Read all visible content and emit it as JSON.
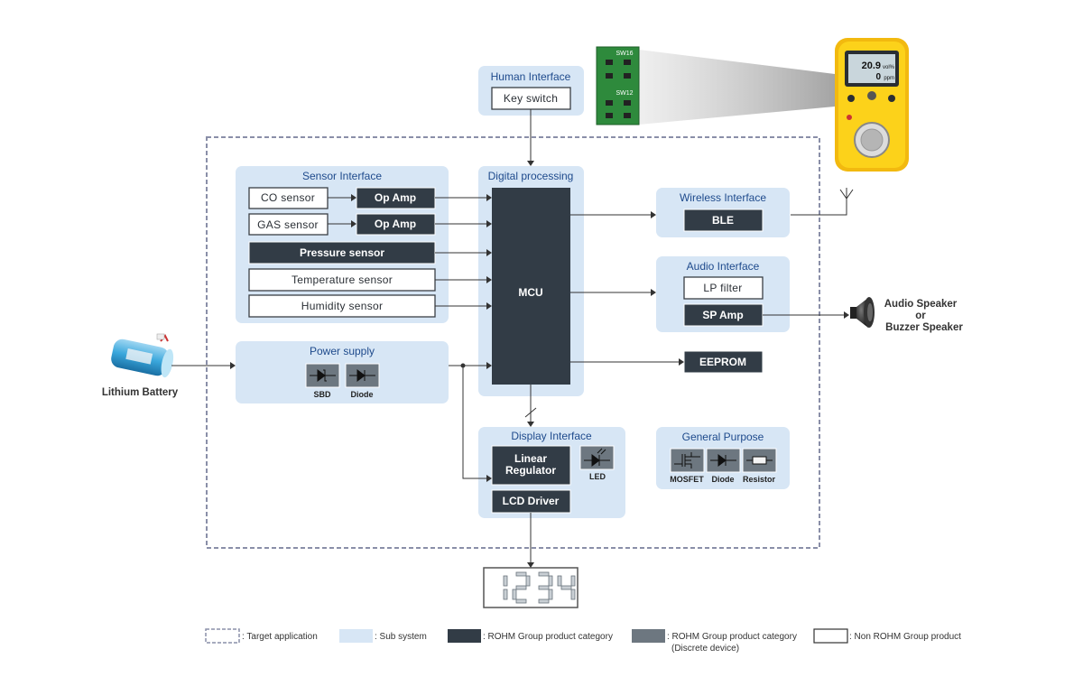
{
  "human_interface": {
    "title": "Human Interface",
    "key_switch": "Key switch",
    "pcb_labels": [
      "SW16",
      "SW12"
    ]
  },
  "sensor_interface": {
    "title": "Sensor Interface",
    "co_sensor": "CO sensor",
    "gas_sensor": "GAS sensor",
    "op_amp_1": "Op Amp",
    "op_amp_2": "Op Amp",
    "pressure": "Pressure sensor",
    "temperature": "Temperature sensor",
    "humidity": "Humidity sensor"
  },
  "digital_processing": {
    "title": "Digital processing",
    "mcu": "MCU"
  },
  "wireless_interface": {
    "title": "Wireless Interface",
    "ble": "BLE"
  },
  "audio_interface": {
    "title": "Audio Interface",
    "lp_filter": "LP filter",
    "sp_amp": "SP Amp"
  },
  "eeprom": "EEPROM",
  "power_supply": {
    "title": "Power supply",
    "sbd": "SBD",
    "diode": "Diode"
  },
  "display_interface": {
    "title": "Display Interface",
    "linear_regulator_l1": "Linear",
    "linear_regulator_l2": "Regulator",
    "led": "LED",
    "lcd_driver": "LCD Driver"
  },
  "general_purpose": {
    "title": "General Purpose",
    "mosfet": "MOSFET",
    "diode": "Diode",
    "resistor": "Resistor"
  },
  "battery_label": "Lithium Battery",
  "speaker_label": {
    "line1": "Audio Speaker",
    "line2": "or",
    "line3": "Buzzer Speaker"
  },
  "gas_detector": {
    "reading1": "20.9",
    "unit1": "vol%",
    "reading2": "0",
    "unit2": "ppm"
  },
  "lcd_digits": "1234",
  "legend": {
    "target": ": Target application",
    "sub": ": Sub system",
    "rohm": ": ROHM Group product category",
    "discrete_l1": ": ROHM Group product category",
    "discrete_l2": "(Discrete device)",
    "non_rohm": ": Non ROHM Group product"
  },
  "colors": {
    "subsystem": "#d7e6f5",
    "rohm": "#323c46",
    "discrete": "#6d7780",
    "title_blue": "#1e4a8c",
    "boundary": "#8a8fa8"
  }
}
